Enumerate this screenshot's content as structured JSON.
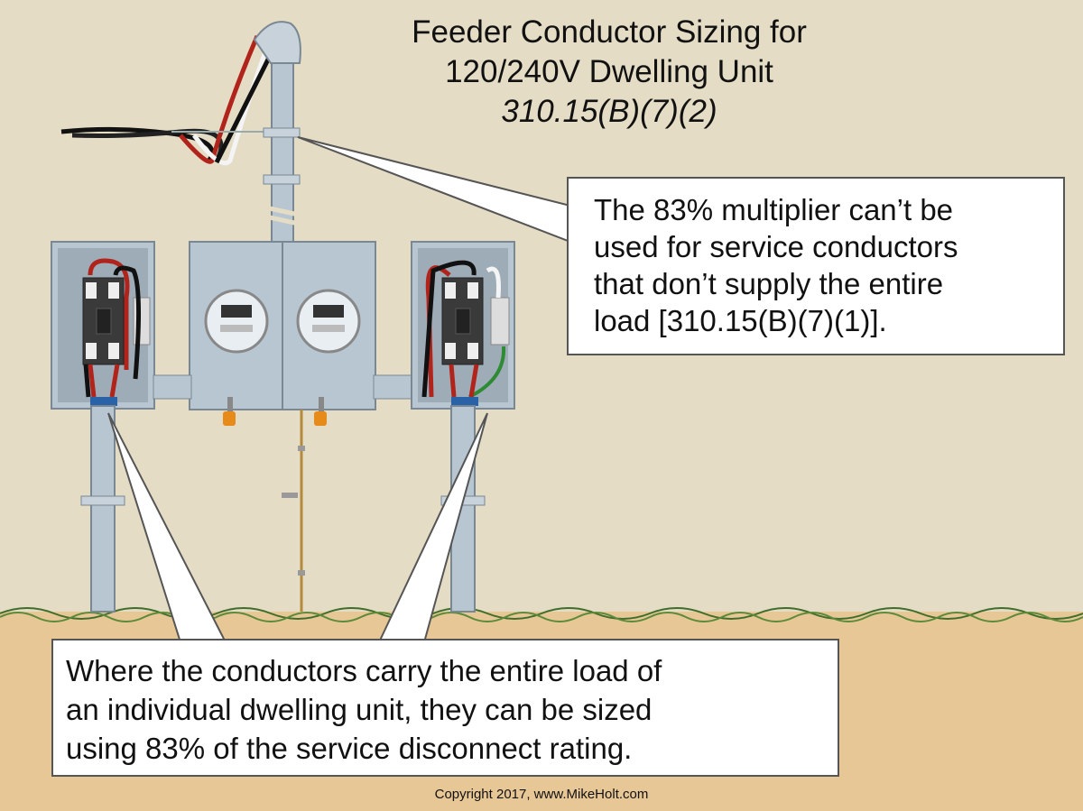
{
  "title": {
    "line1": "Feeder Conductor Sizing for",
    "line2": "120/240V Dwelling Unit",
    "code_ref": "310.15(B)(7)(2)"
  },
  "callout_top": {
    "lines": [
      "The 83% multiplier can’t be",
      "used for service conductors",
      "that don’t supply the entire",
      "load [310.15(B)(7)(1)]."
    ]
  },
  "callout_bottom": {
    "lines": [
      "Where the conductors carry the entire load of",
      "an individual dwelling unit, they can be sized",
      "using 83% of the service disconnect rating."
    ]
  },
  "copyright": "Copyright 2017, www.MikeHolt.com",
  "colors": {
    "wall": "#e4dcc4",
    "ground": "#e8c796",
    "grass": "#3f6e2c",
    "metal": "#b8c6d2",
    "wire_red": "#b0241c",
    "wire_black": "#111111",
    "wire_white": "#f4f4f4",
    "wire_green": "#2f8a34",
    "lock_orange": "#e68a1a"
  },
  "icons": [
    "weatherhead-icon",
    "electric-meter-icon",
    "circuit-breaker-icon",
    "ground-rod-icon"
  ]
}
